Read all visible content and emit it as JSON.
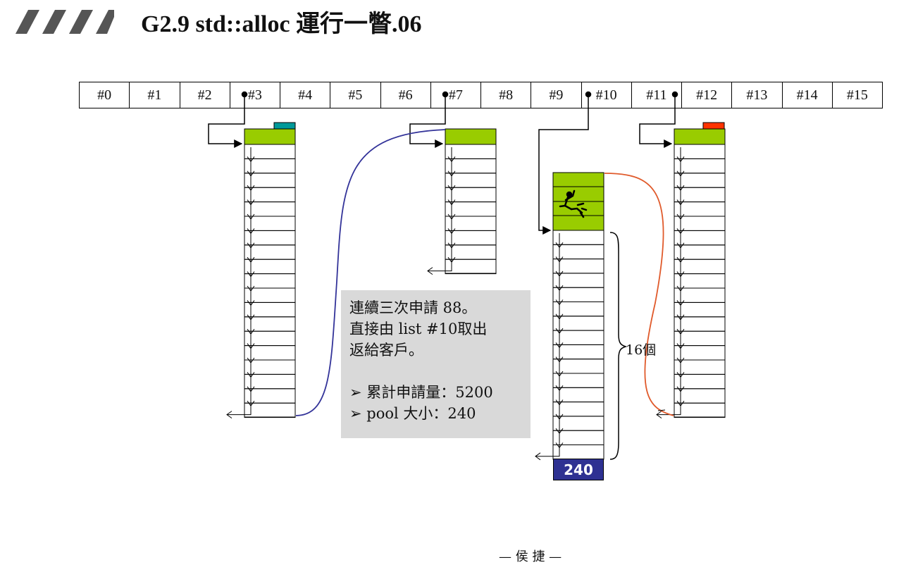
{
  "title": "G2.9 std::alloc 運行一瞥.06",
  "free_lists": {
    "slots": [
      "#0",
      "#1",
      "#2",
      "#3",
      "#4",
      "#5",
      "#6",
      "#7",
      "#8",
      "#9",
      "#10",
      "#11",
      "#12",
      "#13",
      "#14",
      "#15"
    ]
  },
  "note": {
    "line1": "連續三次申請 88。",
    "line2": "直接由 list #10取出",
    "line3": "返給客戶。",
    "bullet1": "累計申請量：5200",
    "bullet2": "pool 大小：240"
  },
  "pool_size": "240",
  "count_label": "16個",
  "footer": "— 侯 捷 —",
  "colors": {
    "green": "#99cc00",
    "pool_blue": "#2e3192",
    "teal": "#009999",
    "red": "#ff3300",
    "note_bg": "#d9d9d9",
    "blue_curve": "#333399",
    "orange_curve": "#e05a2b"
  }
}
